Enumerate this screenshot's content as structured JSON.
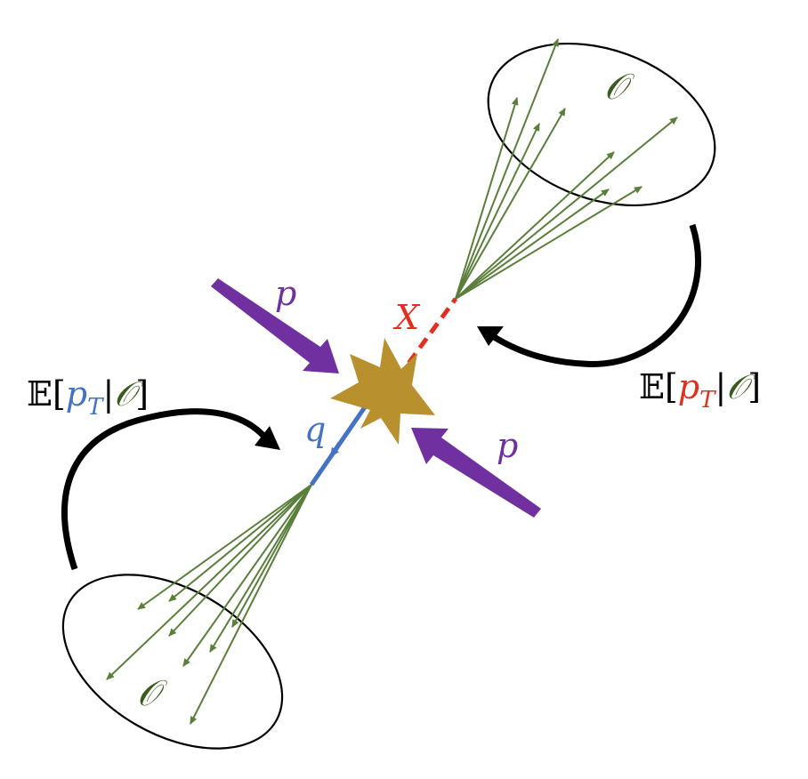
{
  "labels": {
    "proton_top": "p",
    "proton_bottom": "p",
    "quark": "q",
    "particle_x": "X",
    "obs_top": "𝒪",
    "obs_bottom": "𝒪"
  },
  "expectation_left": {
    "E": "𝔼",
    "open": "[",
    "p": "p",
    "sub": "T",
    "bar": "|",
    "obs": "𝒪",
    "close": "]"
  },
  "expectation_right": {
    "E": "𝔼",
    "open": "[",
    "p": "p",
    "sub": "T",
    "bar": "|",
    "obs": "𝒪",
    "close": "]"
  },
  "colors": {
    "proton": "#7030a0",
    "quark": "#4472c4",
    "x_particle": "#e03020",
    "jet": "#5a7f3a",
    "burst": "#b8902e",
    "observable": "#3a5a1e",
    "ink": "#000000"
  }
}
